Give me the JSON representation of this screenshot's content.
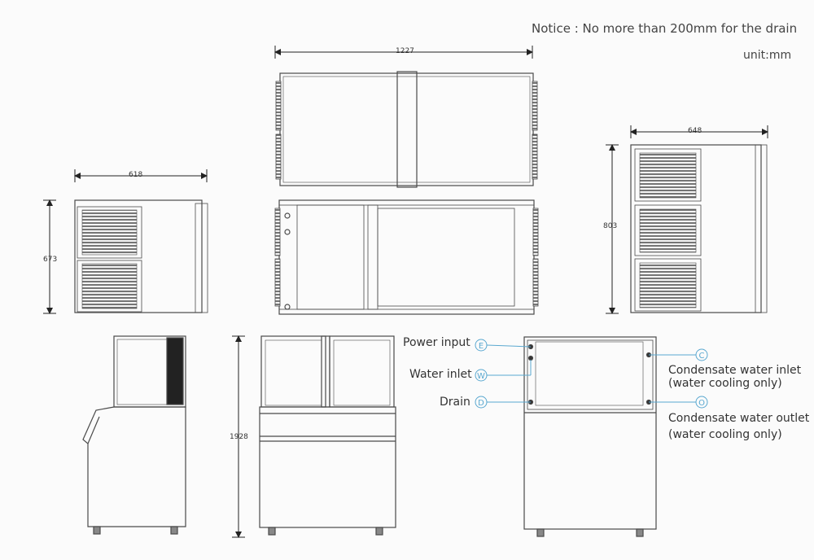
{
  "notice": "Notice : No more than 200mm for the drain",
  "unit": "unit:mm",
  "dimensions": {
    "top_width": "1227",
    "left_width": "618",
    "left_height": "673",
    "right_width": "648",
    "right_height": "803",
    "total_height": "1928"
  },
  "connections": [
    {
      "letter": "E",
      "label": "Power input"
    },
    {
      "letter": "W",
      "label": "Water inlet"
    },
    {
      "letter": "D",
      "label": "Drain"
    },
    {
      "letter": "C",
      "label": "Condensate water inlet",
      "note": "(water cooling only)"
    },
    {
      "letter": "O",
      "label": "Condensate water outlet",
      "note": "(water cooling only)"
    }
  ],
  "colors": {
    "line": "#4a4a4a",
    "leader": "#5aa8d0",
    "vent": "#555555"
  }
}
